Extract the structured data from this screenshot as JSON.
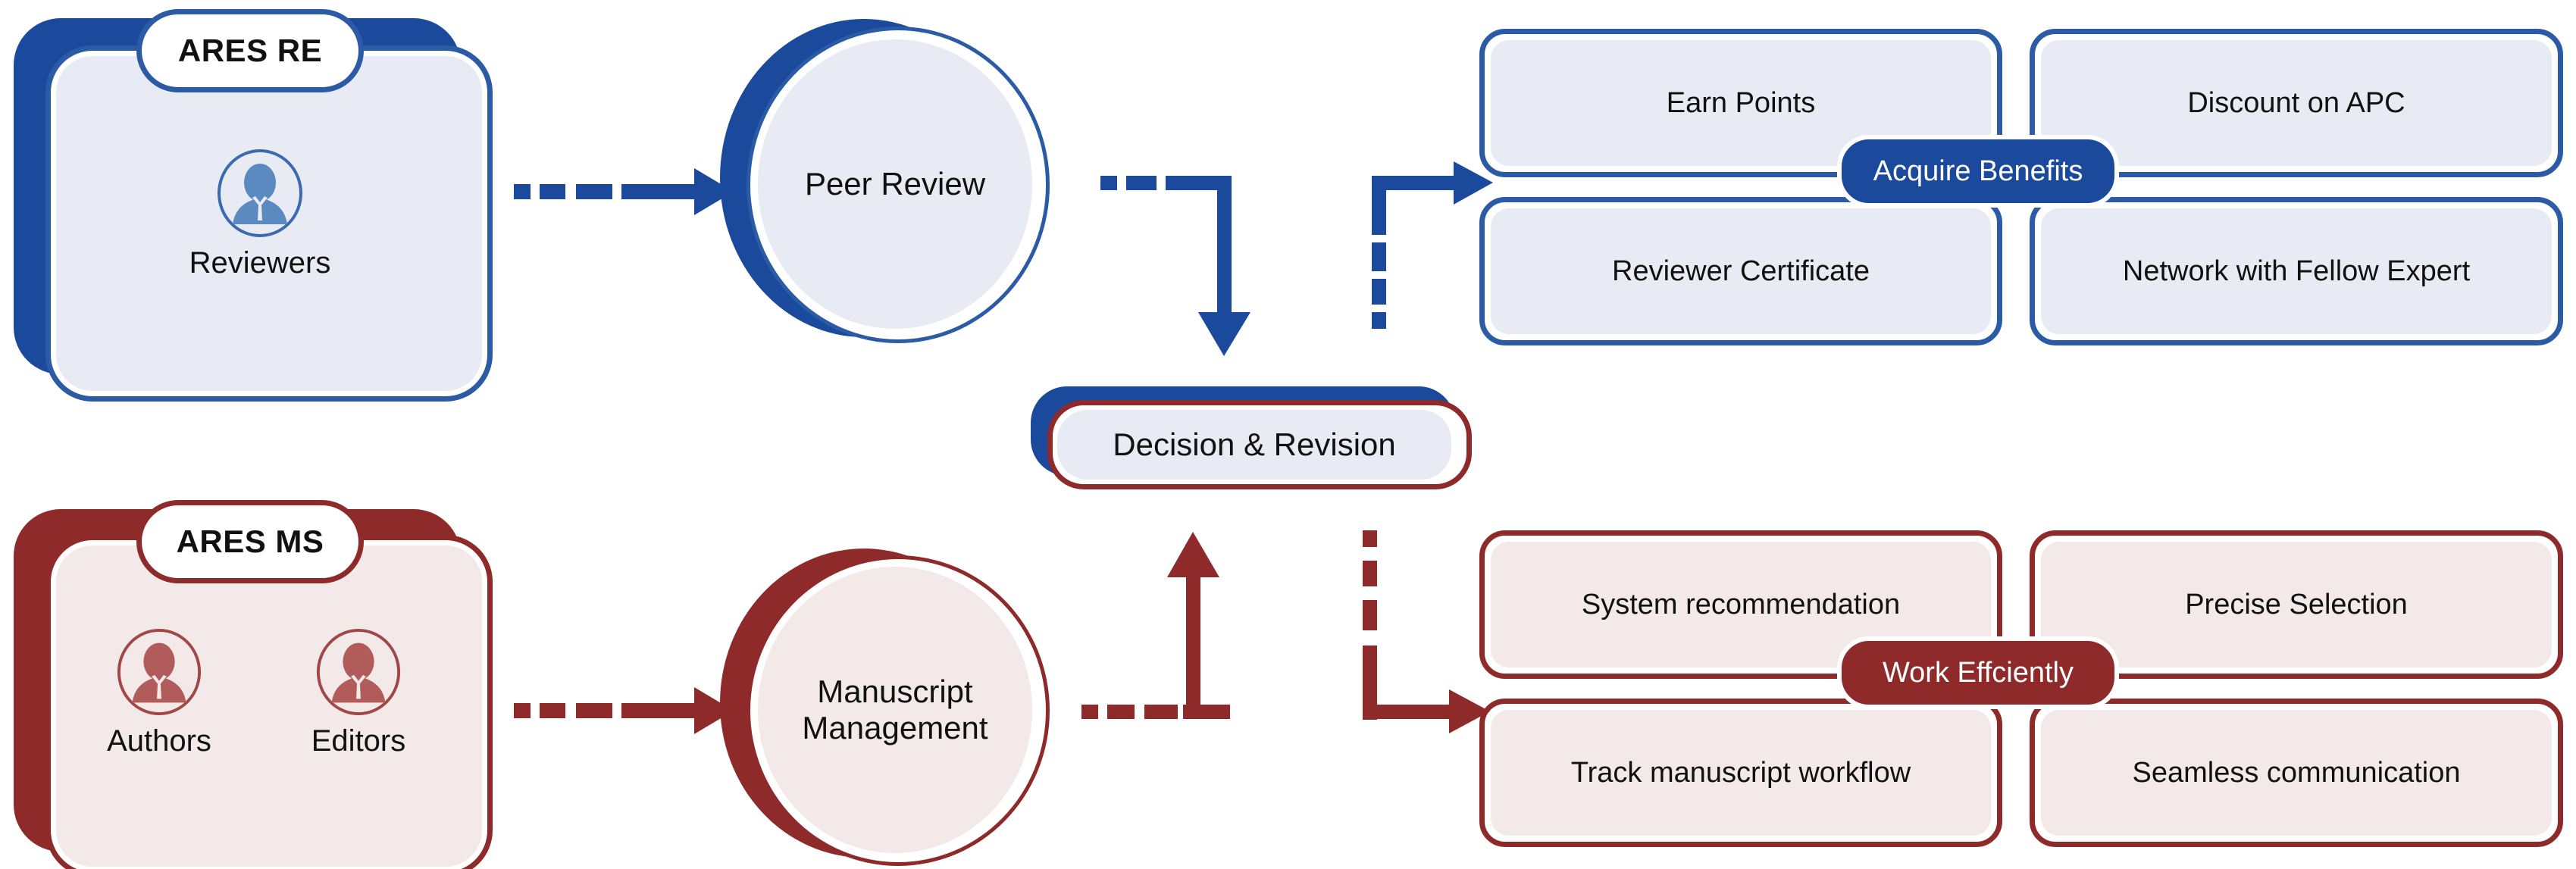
{
  "colors": {
    "blue_dark": "#1B4A9C",
    "blue_border": "#2C5BA6",
    "blue_fill": "#E8EBF3",
    "red_dark": "#8E2A2A",
    "red_fill": "#F3E9E8",
    "text": "#111111",
    "white": "#FFFFFF"
  },
  "reviewer_track": {
    "panel": {
      "tag": "ARES RE",
      "roles": [
        {
          "label": "Reviewers",
          "icon": "person-icon"
        }
      ]
    },
    "process": {
      "label": "Peer Review",
      "icon": "circle-node"
    },
    "hub": {
      "label": "Acquire Benefits"
    },
    "benefits": [
      {
        "label": "Earn Points"
      },
      {
        "label": "Discount on APC"
      },
      {
        "label": "Reviewer Certificate"
      },
      {
        "label": "Network with Fellow Expert"
      }
    ]
  },
  "manuscript_track": {
    "panel": {
      "tag": "ARES MS",
      "roles": [
        {
          "label": "Authors",
          "icon": "person-icon"
        },
        {
          "label": "Editors",
          "icon": "person-icon"
        }
      ]
    },
    "process": {
      "label": "Manuscript\nManagement",
      "line1": "Manuscript",
      "line2": "Management",
      "icon": "circle-node"
    },
    "hub": {
      "label": "Work Effciently"
    },
    "benefits": [
      {
        "label": "System recommendation"
      },
      {
        "label": "Precise Selection"
      },
      {
        "label": "Track manuscript workflow"
      },
      {
        "label": "Seamless communication"
      }
    ]
  },
  "center": {
    "decision": {
      "label": "Decision & Revision"
    }
  },
  "connectors": [
    {
      "name": "reviewers-to-peer-review",
      "style": "dashed-to-solid-arrow",
      "direction": "right",
      "color": "#1B4A9C"
    },
    {
      "name": "peer-review-to-decision",
      "style": "dashed-elbow-arrow",
      "direction": "right-then-down",
      "color": "#1B4A9C"
    },
    {
      "name": "decision-to-benefits",
      "style": "dashed-elbow-arrow",
      "direction": "up-then-right",
      "color": "#1B4A9C"
    },
    {
      "name": "authors-editors-to-manuscript",
      "style": "dashed-to-solid-arrow",
      "direction": "right",
      "color": "#8E2A2A"
    },
    {
      "name": "manuscript-to-decision",
      "style": "dashed-elbow-arrow",
      "direction": "right-then-up",
      "color": "#8E2A2A"
    },
    {
      "name": "decision-to-efficiency",
      "style": "dashed-elbow-arrow",
      "direction": "down-then-right",
      "color": "#8E2A2A"
    }
  ]
}
